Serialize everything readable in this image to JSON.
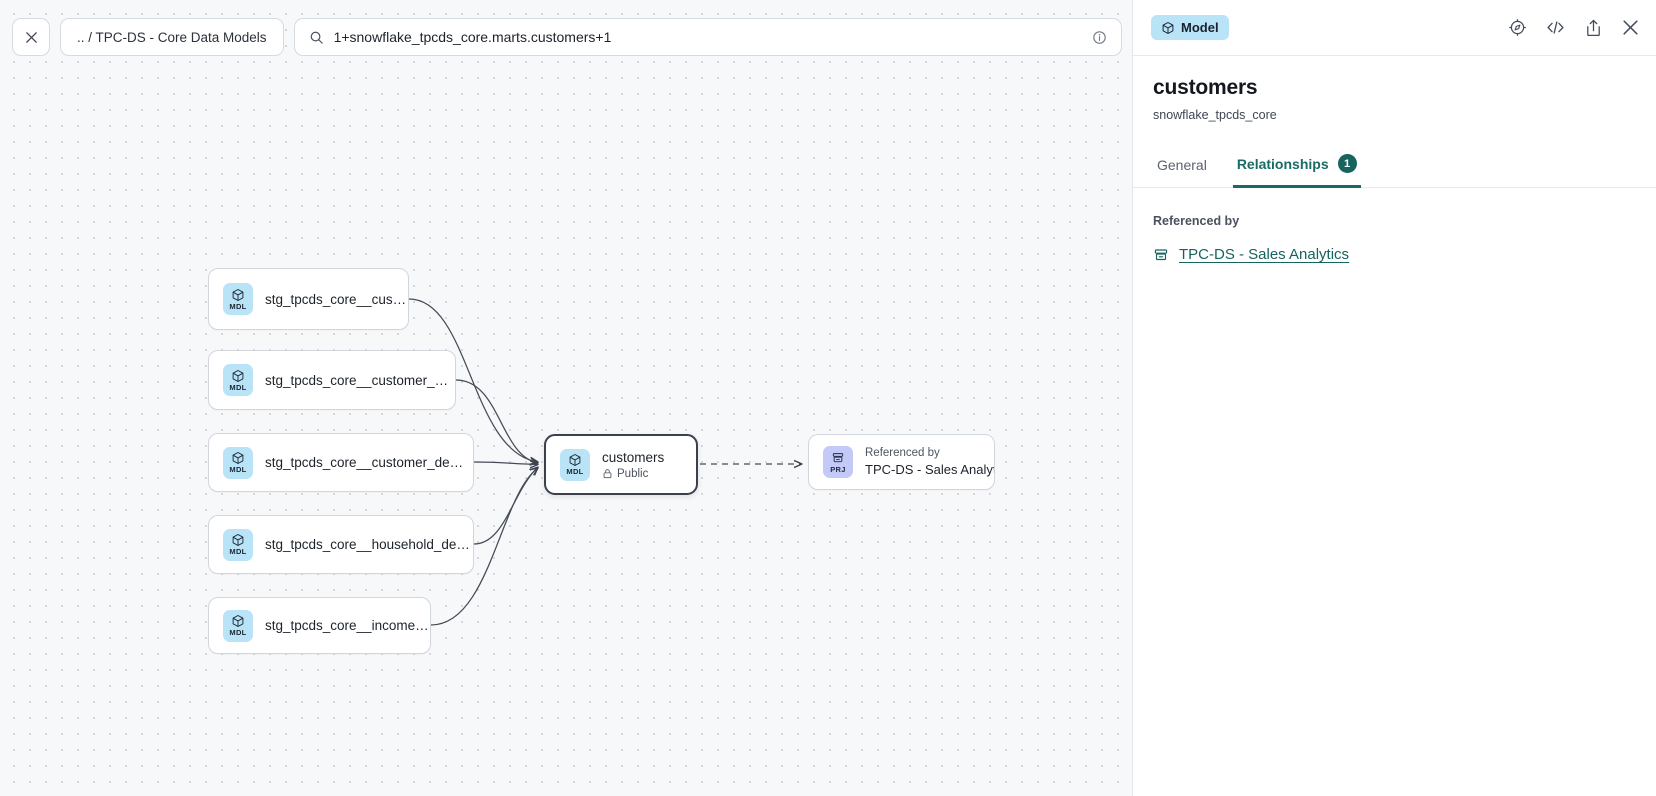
{
  "toolbar": {
    "close_icon": "close-icon",
    "breadcrumb": ".. / TPC-DS - Core Data Models",
    "search_icon": "search-icon",
    "search_value": "1+snowflake_tpcds_core.marts.customers+1",
    "info_icon": "info-circle-icon",
    "refresh_icon": "refresh-icon"
  },
  "graph": {
    "upstream_nodes": [
      {
        "badge": "MDL",
        "label": "stg_tpcds_core__customer"
      },
      {
        "badge": "MDL",
        "label": "stg_tpcds_core__customer_address"
      },
      {
        "badge": "MDL",
        "label": "stg_tpcds_core__customer_demogra…"
      },
      {
        "badge": "MDL",
        "label": "stg_tpcds_core__household_demogr…"
      },
      {
        "badge": "MDL",
        "label": "stg_tpcds_core__income_band"
      }
    ],
    "focus_node": {
      "badge": "MDL",
      "label": "customers",
      "access_icon": "lock-icon",
      "access": "Public"
    },
    "downstream_node": {
      "badge": "PRJ",
      "kicker": "Referenced by",
      "label": "TPC-DS - Sales Analytics"
    }
  },
  "panel": {
    "type_chip": "Model",
    "type_chip_icon": "cube-icon",
    "actions": [
      {
        "name": "explore-icon"
      },
      {
        "name": "code-icon"
      },
      {
        "name": "share-icon"
      },
      {
        "name": "close-icon"
      }
    ],
    "title": "customers",
    "subtitle": "snowflake_tpcds_core",
    "tabs": [
      {
        "label": "General",
        "count": null,
        "active": false
      },
      {
        "label": "Relationships",
        "count": "1",
        "active": true
      }
    ],
    "referenced_by_label": "Referenced by",
    "referenced_by": [
      {
        "icon": "project-icon",
        "label": "TPC-DS - Sales Analytics"
      }
    ]
  },
  "colors": {
    "canvas_bg": "#f7f8fa",
    "mdl_badge": "#b9e3f7",
    "prj_badge": "#c3caf7",
    "accent_teal": "#17635f"
  }
}
